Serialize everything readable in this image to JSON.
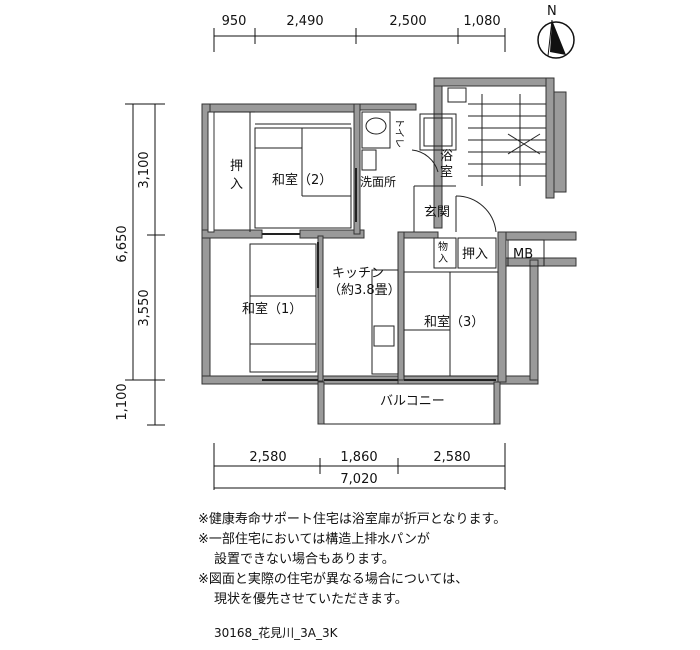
{
  "north_label": "N",
  "dimensions": {
    "top": [
      "950",
      "2,490",
      "2,500",
      "1,080"
    ],
    "left": [
      "6,650",
      "3,100",
      "3,550",
      "1,100"
    ],
    "bottom": [
      "2,580",
      "1,860",
      "2,580"
    ],
    "bottom_total": "7,020"
  },
  "rooms": {
    "washitsu_2": "和室（2）",
    "washitsu_1": "和室（1）",
    "washitsu_3": "和室（3）",
    "oshiire_left": "押入",
    "oshiire_right": "押入",
    "mono_ire": "物入",
    "toilet": "トイレ",
    "bath": "浴室",
    "senmenjo": "洗面所",
    "genkan": "玄関",
    "kitchen": "キッチン",
    "kitchen_size": "（約3.8畳）",
    "mb": "MB",
    "balcony": "バルコニー"
  },
  "notes": [
    "※健康寿命サポート住宅は浴室扉が折戸となります。",
    "※一部住宅においては構造上排水パンが",
    "設置できない場合もあります。",
    "※図面と実際の住宅が異なる場合については、",
    "現状を優先させていただきます。"
  ],
  "plan_code": "30168_花見川_3A_3K"
}
